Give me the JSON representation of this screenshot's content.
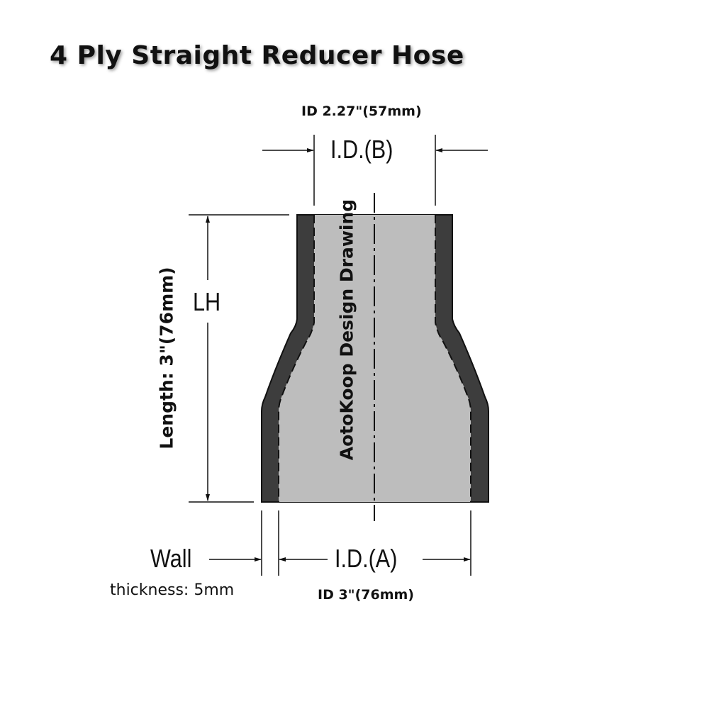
{
  "title": "4 Ply Straight Reducer Hose",
  "id_b_value": "ID 2.27\"(57mm)",
  "id_b_label": "I.D.(B)",
  "lh_label": "LH",
  "length_value": "Length: 3\"(76mm)",
  "watermark": "AotoKoop Design Drawing",
  "wall_label": "Wall",
  "wall_thickness": "thickness: 5mm",
  "id_a_label": "I.D.(A)",
  "id_a_value": "ID 3\"(76mm)",
  "colors": {
    "wall": "#3d3d3d",
    "bore": "#bdbdbd",
    "line": "#111111"
  }
}
